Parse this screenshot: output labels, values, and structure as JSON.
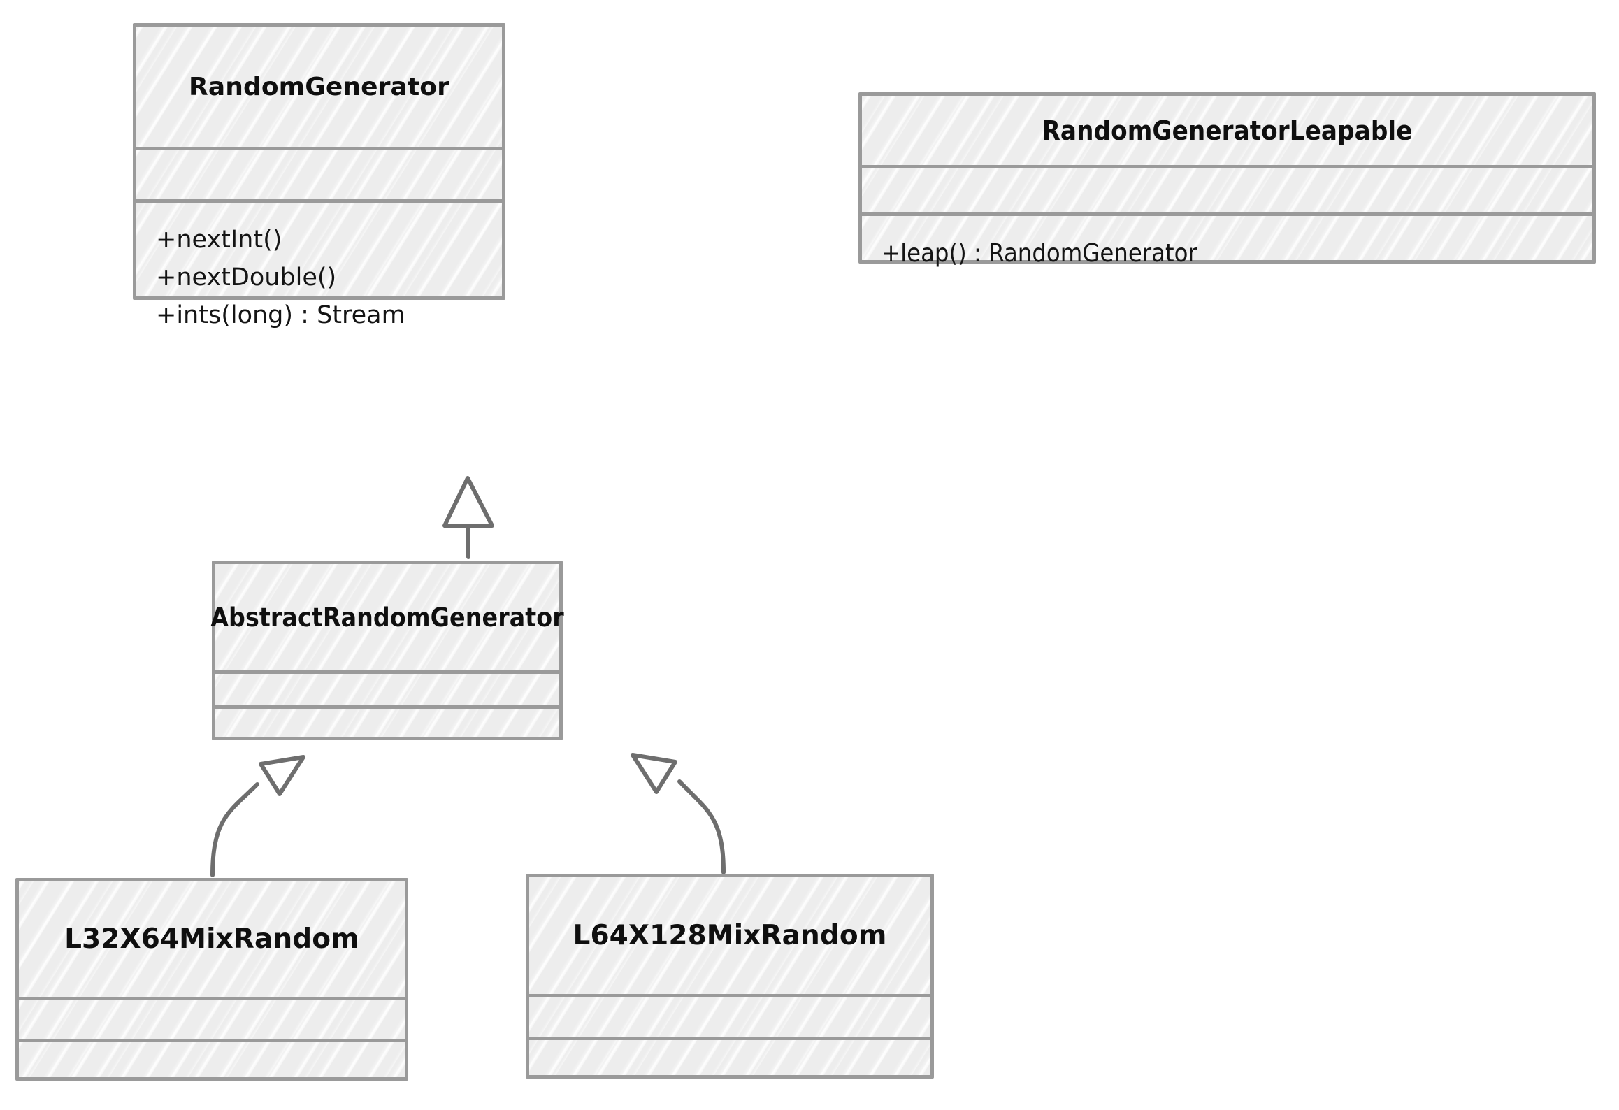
{
  "diagram": {
    "type": "uml-class-diagram",
    "style": "hand-drawn-sketch",
    "background_color": "#ffffff",
    "box_fill_color": "#ededed",
    "box_border_color": "#9a9a9a",
    "text_color": "#141414",
    "classes": [
      {
        "id": "random-generator",
        "name": "RandomGenerator",
        "attributes": [],
        "methods": [
          "+nextInt()",
          "+nextDouble()",
          "+ints(long) : Stream"
        ]
      },
      {
        "id": "random-generator-leapable",
        "name": "RandomGeneratorLeapable",
        "attributes": [],
        "methods": [
          "+leap() : RandomGenerator"
        ]
      },
      {
        "id": "abstract-random-generator",
        "name": "AbstractRandomGenerator",
        "attributes": [],
        "methods": []
      },
      {
        "id": "l32x64mixrandom",
        "name": "L32X64MixRandom",
        "attributes": [],
        "methods": []
      },
      {
        "id": "l64x128mixrandom",
        "name": "L64X128MixRandom",
        "attributes": [],
        "methods": []
      }
    ],
    "relationships": [
      {
        "id": "gen-to-abstract",
        "type": "generalization",
        "from": "abstract-random-generator",
        "to": "random-generator",
        "arrowhead": "hollow-triangle",
        "line": "solid-straight"
      },
      {
        "id": "abstract-to-l32",
        "type": "generalization",
        "from": "l32x64mixrandom",
        "to": "abstract-random-generator",
        "arrowhead": "hollow-triangle",
        "line": "solid-curved"
      },
      {
        "id": "abstract-to-l64",
        "type": "generalization",
        "from": "l64x128mixrandom",
        "to": "abstract-random-generator",
        "arrowhead": "hollow-triangle",
        "line": "solid-curved"
      }
    ]
  }
}
